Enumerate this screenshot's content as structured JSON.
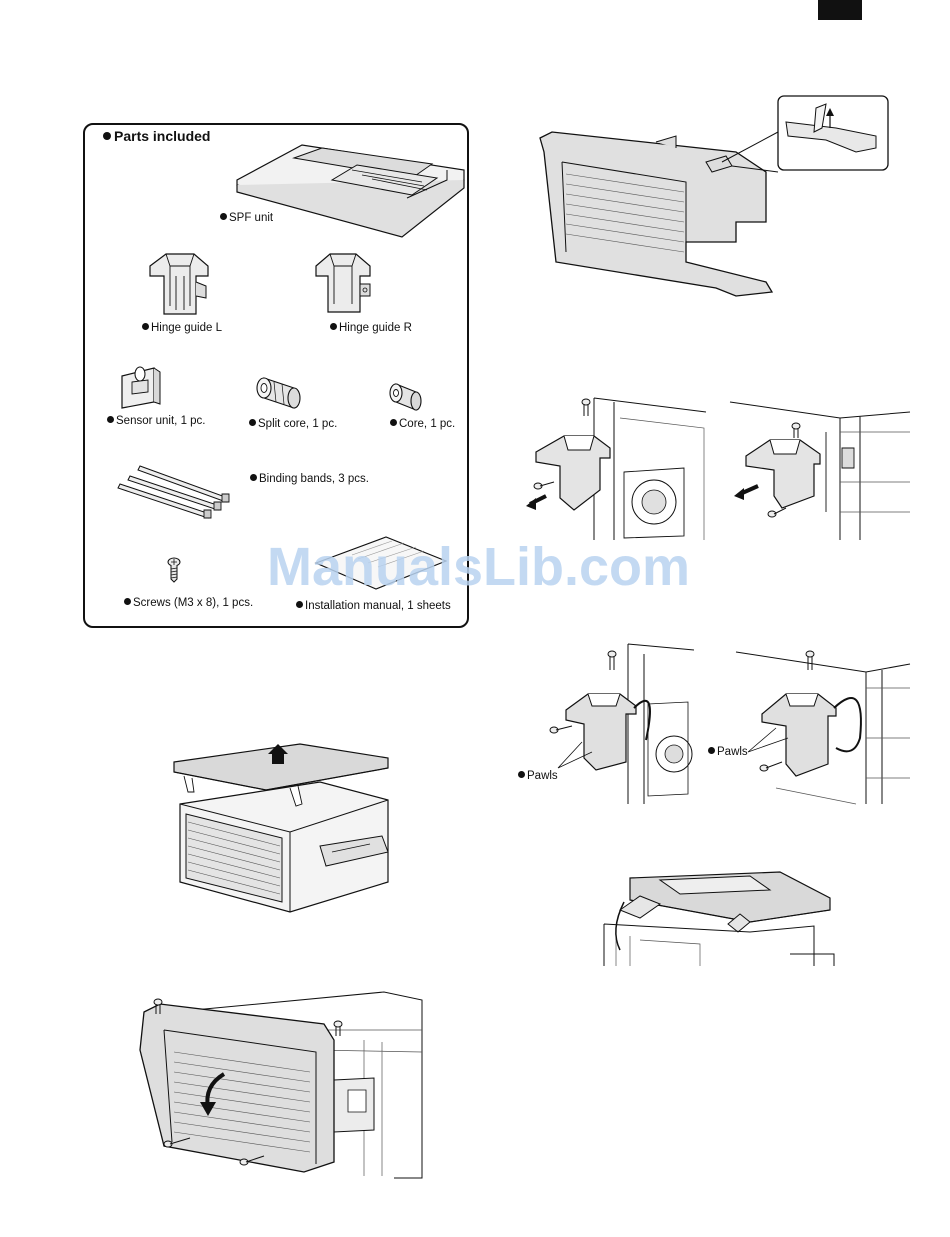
{
  "parts_box": {
    "title": "Parts included",
    "items": [
      {
        "label": "SPF unit"
      },
      {
        "label": "Hinge guide L"
      },
      {
        "label": "Hinge guide R"
      },
      {
        "label": "Sensor unit, 1 pc."
      },
      {
        "label": "Split core, 1 pc."
      },
      {
        "label": "Core, 1 pc."
      },
      {
        "label": "Binding bands, 3 pcs."
      },
      {
        "label": "Screws (M3 x 8), 1 pcs."
      },
      {
        "label": "Installation manual, 1 sheets"
      }
    ]
  },
  "callouts": {
    "pawls_left": "Pawls",
    "pawls_right": "Pawls"
  },
  "watermark": "ManualsLib.com",
  "icons": {
    "bullet": "filled-circle",
    "arrow": "solid-arrow",
    "screw": "screw-icon"
  },
  "colors": {
    "line": "#111111",
    "panel_fill": "#d9d9d9",
    "watermark": "#b9d3f0"
  }
}
